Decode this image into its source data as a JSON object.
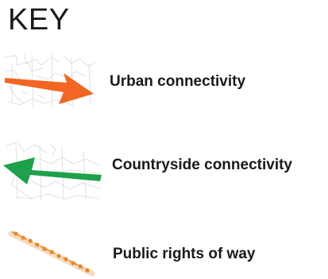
{
  "key": {
    "title": "KEY"
  },
  "legend": [
    {
      "label": "Urban connectivity",
      "symbol": "orange-arrow-right-icon",
      "color": "#f26522"
    },
    {
      "label": "Countryside connectivity",
      "symbol": "green-arrow-left-icon",
      "color": "#1fa04a"
    },
    {
      "label": "Public rights of way",
      "symbol": "dotted-path-line-icon",
      "color": "#e8892b"
    }
  ]
}
